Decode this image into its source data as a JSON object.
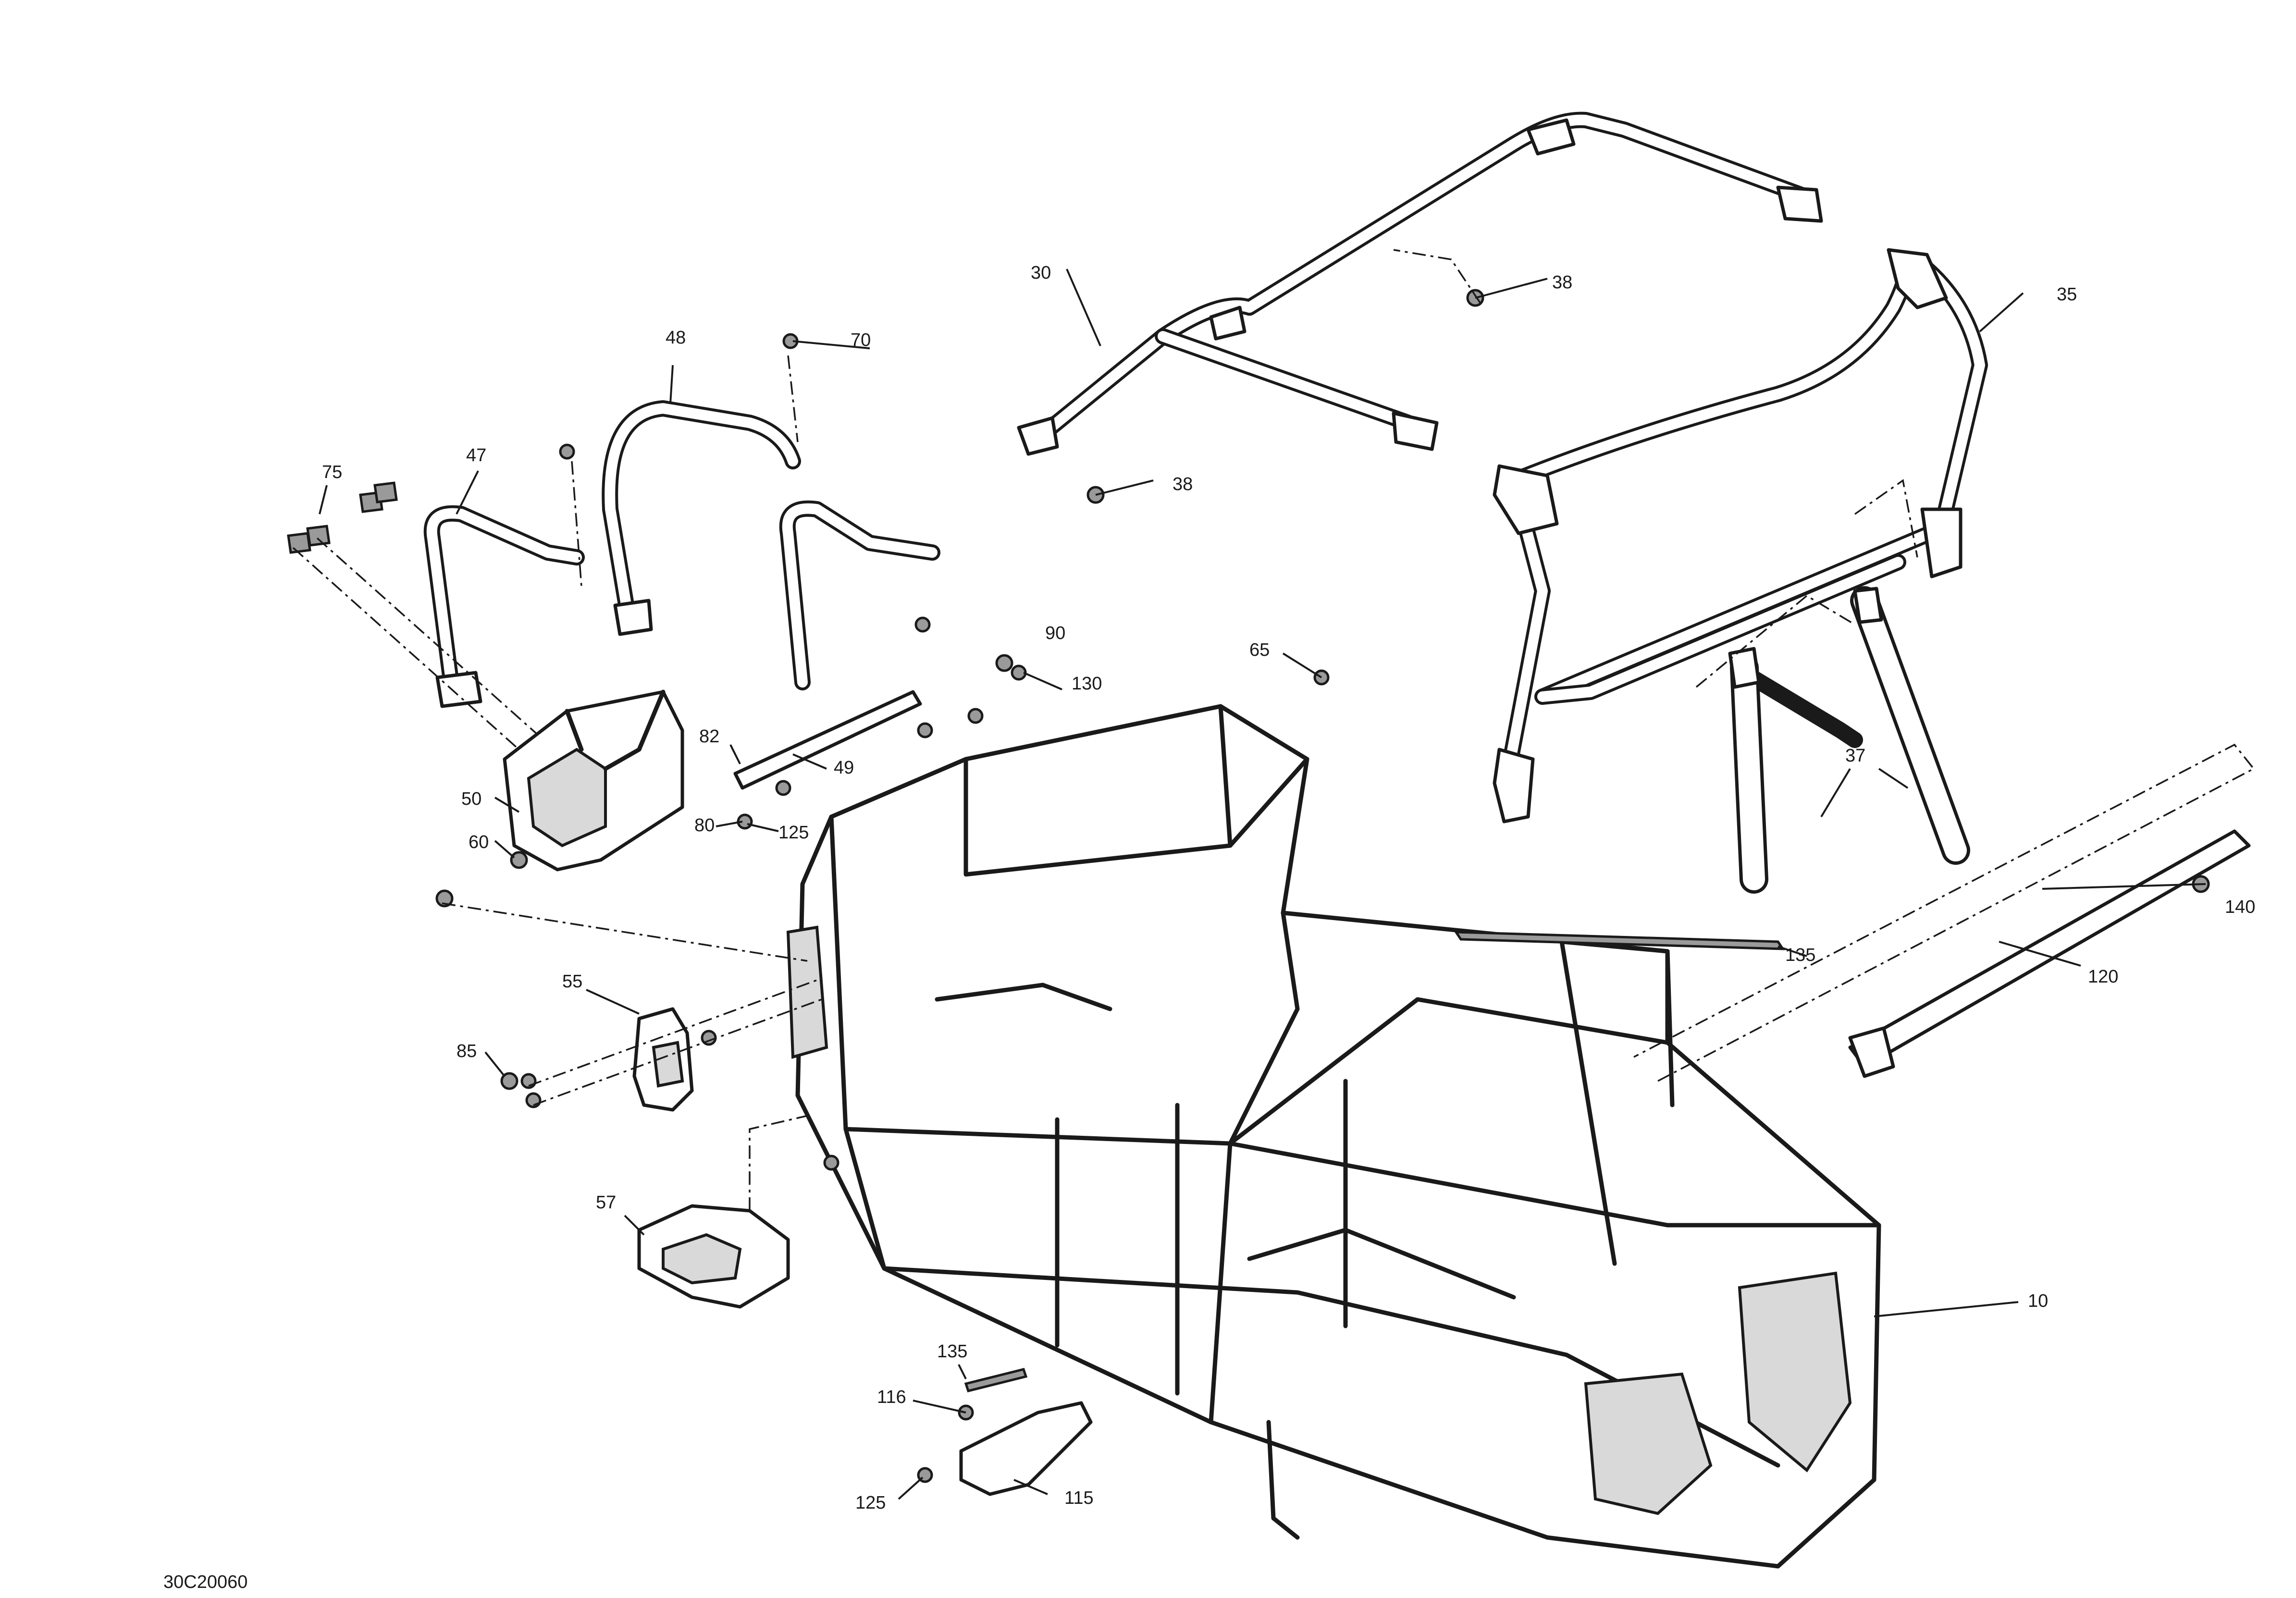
{
  "figure_id": "30C20060",
  "callouts": [
    {
      "id": "c10",
      "label": "10"
    },
    {
      "id": "c30",
      "label": "30"
    },
    {
      "id": "c35",
      "label": "35"
    },
    {
      "id": "c37",
      "label": "37"
    },
    {
      "id": "c38a",
      "label": "38"
    },
    {
      "id": "c38b",
      "label": "38"
    },
    {
      "id": "c47",
      "label": "47"
    },
    {
      "id": "c48",
      "label": "48"
    },
    {
      "id": "c49",
      "label": "49"
    },
    {
      "id": "c50",
      "label": "50"
    },
    {
      "id": "c55",
      "label": "55"
    },
    {
      "id": "c57",
      "label": "57"
    },
    {
      "id": "c60",
      "label": "60"
    },
    {
      "id": "c65",
      "label": "65"
    },
    {
      "id": "c70",
      "label": "70"
    },
    {
      "id": "c75",
      "label": "75"
    },
    {
      "id": "c80",
      "label": "80"
    },
    {
      "id": "c82",
      "label": "82"
    },
    {
      "id": "c85",
      "label": "85"
    },
    {
      "id": "c90",
      "label": "90"
    },
    {
      "id": "c115",
      "label": "115"
    },
    {
      "id": "c116",
      "label": "116"
    },
    {
      "id": "c120",
      "label": "120"
    },
    {
      "id": "c125a",
      "label": "125"
    },
    {
      "id": "c125b",
      "label": "125"
    },
    {
      "id": "c130",
      "label": "130"
    },
    {
      "id": "c135a",
      "label": "135"
    },
    {
      "id": "c135b",
      "label": "135"
    },
    {
      "id": "c140",
      "label": "140"
    }
  ]
}
